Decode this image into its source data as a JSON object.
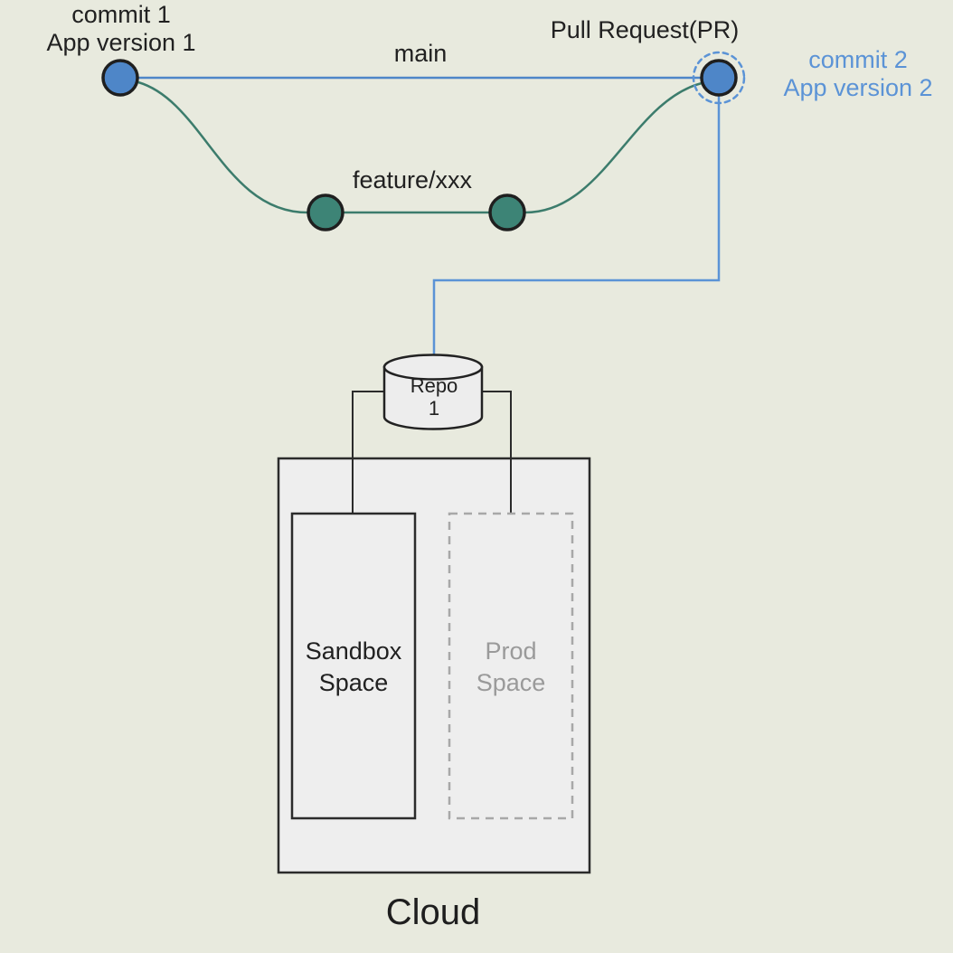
{
  "graph": {
    "commit1": {
      "line1": "commit 1",
      "line2": "App version 1"
    },
    "main_branch_label": "main",
    "pr_label": "Pull Request(PR)",
    "commit2": {
      "line1": "commit 2",
      "line2": "App version 2"
    },
    "feature_branch_label": "feature/xxx"
  },
  "repo": {
    "line1": "Repo",
    "line2": "1"
  },
  "cloud": {
    "label": "Cloud",
    "sandbox": {
      "line1": "Sandbox",
      "line2": "Space"
    },
    "prod": {
      "line1": "Prod",
      "line2": "Space"
    }
  },
  "colors": {
    "background": "#e8eade",
    "commit_node_blue": "#4e86c8",
    "feature_node_teal": "#3d8476",
    "branch_curve_green": "#3c7c6c",
    "link_blue": "#5b93d6",
    "commit2_text_blue": "#5b93d6",
    "prod_muted_gray": "#9a9a9a",
    "box_fill_gray": "#eeeeee",
    "stroke_dark": "#2b2b2b"
  }
}
